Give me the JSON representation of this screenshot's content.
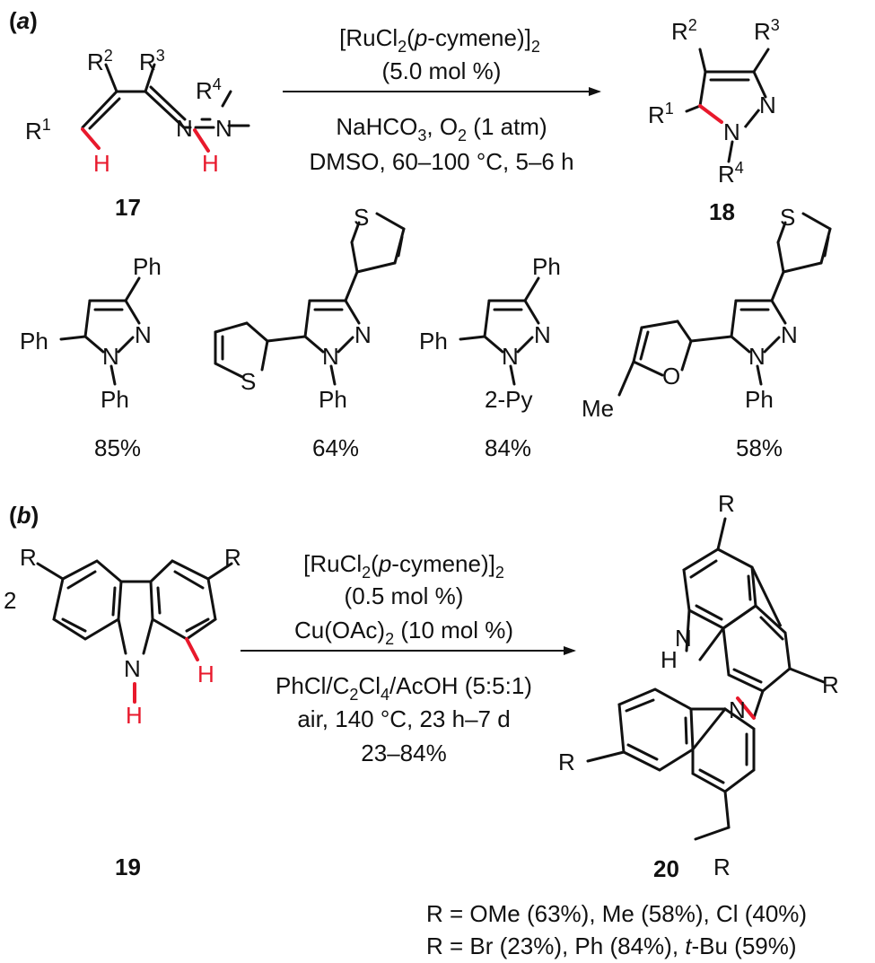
{
  "panel_a": {
    "label_open": "(",
    "label_letter": "a",
    "label_close": ")",
    "conditions": {
      "catalyst_pre": "[RuCl",
      "catalyst_sub": "2",
      "catalyst_paren_open": "(",
      "catalyst_italic": "p",
      "catalyst_post": "-cymene)]",
      "catalyst_sub2": "2",
      "loading": "(5.0 mol %)",
      "base_pre": "NaHCO",
      "base_sub": "3",
      "base_mid": ", O",
      "base_sub2": "2",
      "base_post": " (1 atm)",
      "solvent": "DMSO, 60–100 °C, 5–6 h"
    },
    "reactant": {
      "number": "17",
      "R": "R",
      "R1": "1",
      "R2": "2",
      "R3": "3",
      "R4": "4",
      "N": "N",
      "H": "H"
    },
    "product": {
      "number": "18",
      "R": "R",
      "R1": "1",
      "R2": "2",
      "R3": "3",
      "R4": "4",
      "N": "N"
    },
    "examples": [
      {
        "subst_top": "Ph",
        "subst_left": "Ph",
        "subst_bottom": "Ph",
        "yield": "85%"
      },
      {
        "subst_top": "S",
        "subst_left": "S",
        "subst_bottom": "Ph",
        "yield": "64%"
      },
      {
        "subst_top": "Ph",
        "subst_left": "Ph",
        "subst_bottom": "2-Py",
        "yield": "84%"
      },
      {
        "subst_top": "S",
        "subst_left_O": "O",
        "subst_left_Me": "Me",
        "subst_bottom": "Ph",
        "yield": "58%"
      }
    ]
  },
  "panel_b": {
    "label_open": "(",
    "label_letter": "b",
    "label_close": ")",
    "conditions": {
      "catalyst_pre": "[RuCl",
      "catalyst_sub": "2",
      "catalyst_paren_open": "(",
      "catalyst_italic": "p",
      "catalyst_post": "-cymene)]",
      "catalyst_sub2": "2",
      "loading": "(0.5 mol %)",
      "oxidant_pre": "Cu(OAc)",
      "oxidant_sub": "2",
      "oxidant_post": " (10 mol %)",
      "solvent_pre": "PhCl/C",
      "solvent_sub1": "2",
      "solvent_mid": "Cl",
      "solvent_sub2": "4",
      "solvent_post": "/AcOH (5:5:1)",
      "temp": "air, 140 °C, 23 h–7 d",
      "yield_range": "23–84%"
    },
    "reactant": {
      "number": "19",
      "coefficient": "2",
      "R": "R",
      "N": "N",
      "H": "H"
    },
    "product": {
      "number": "20",
      "R": "R",
      "N": "N",
      "H": "H"
    },
    "scope_line1": "R = OMe (63%), Me (58%), Cl (40%)",
    "scope_line2_pre": "R = Br (23%), Ph (84%), ",
    "scope_line2_italic": "t",
    "scope_line2_post": "-Bu (59%)"
  },
  "colors": {
    "new_bond": "#e8192c",
    "ink": "#111111"
  }
}
